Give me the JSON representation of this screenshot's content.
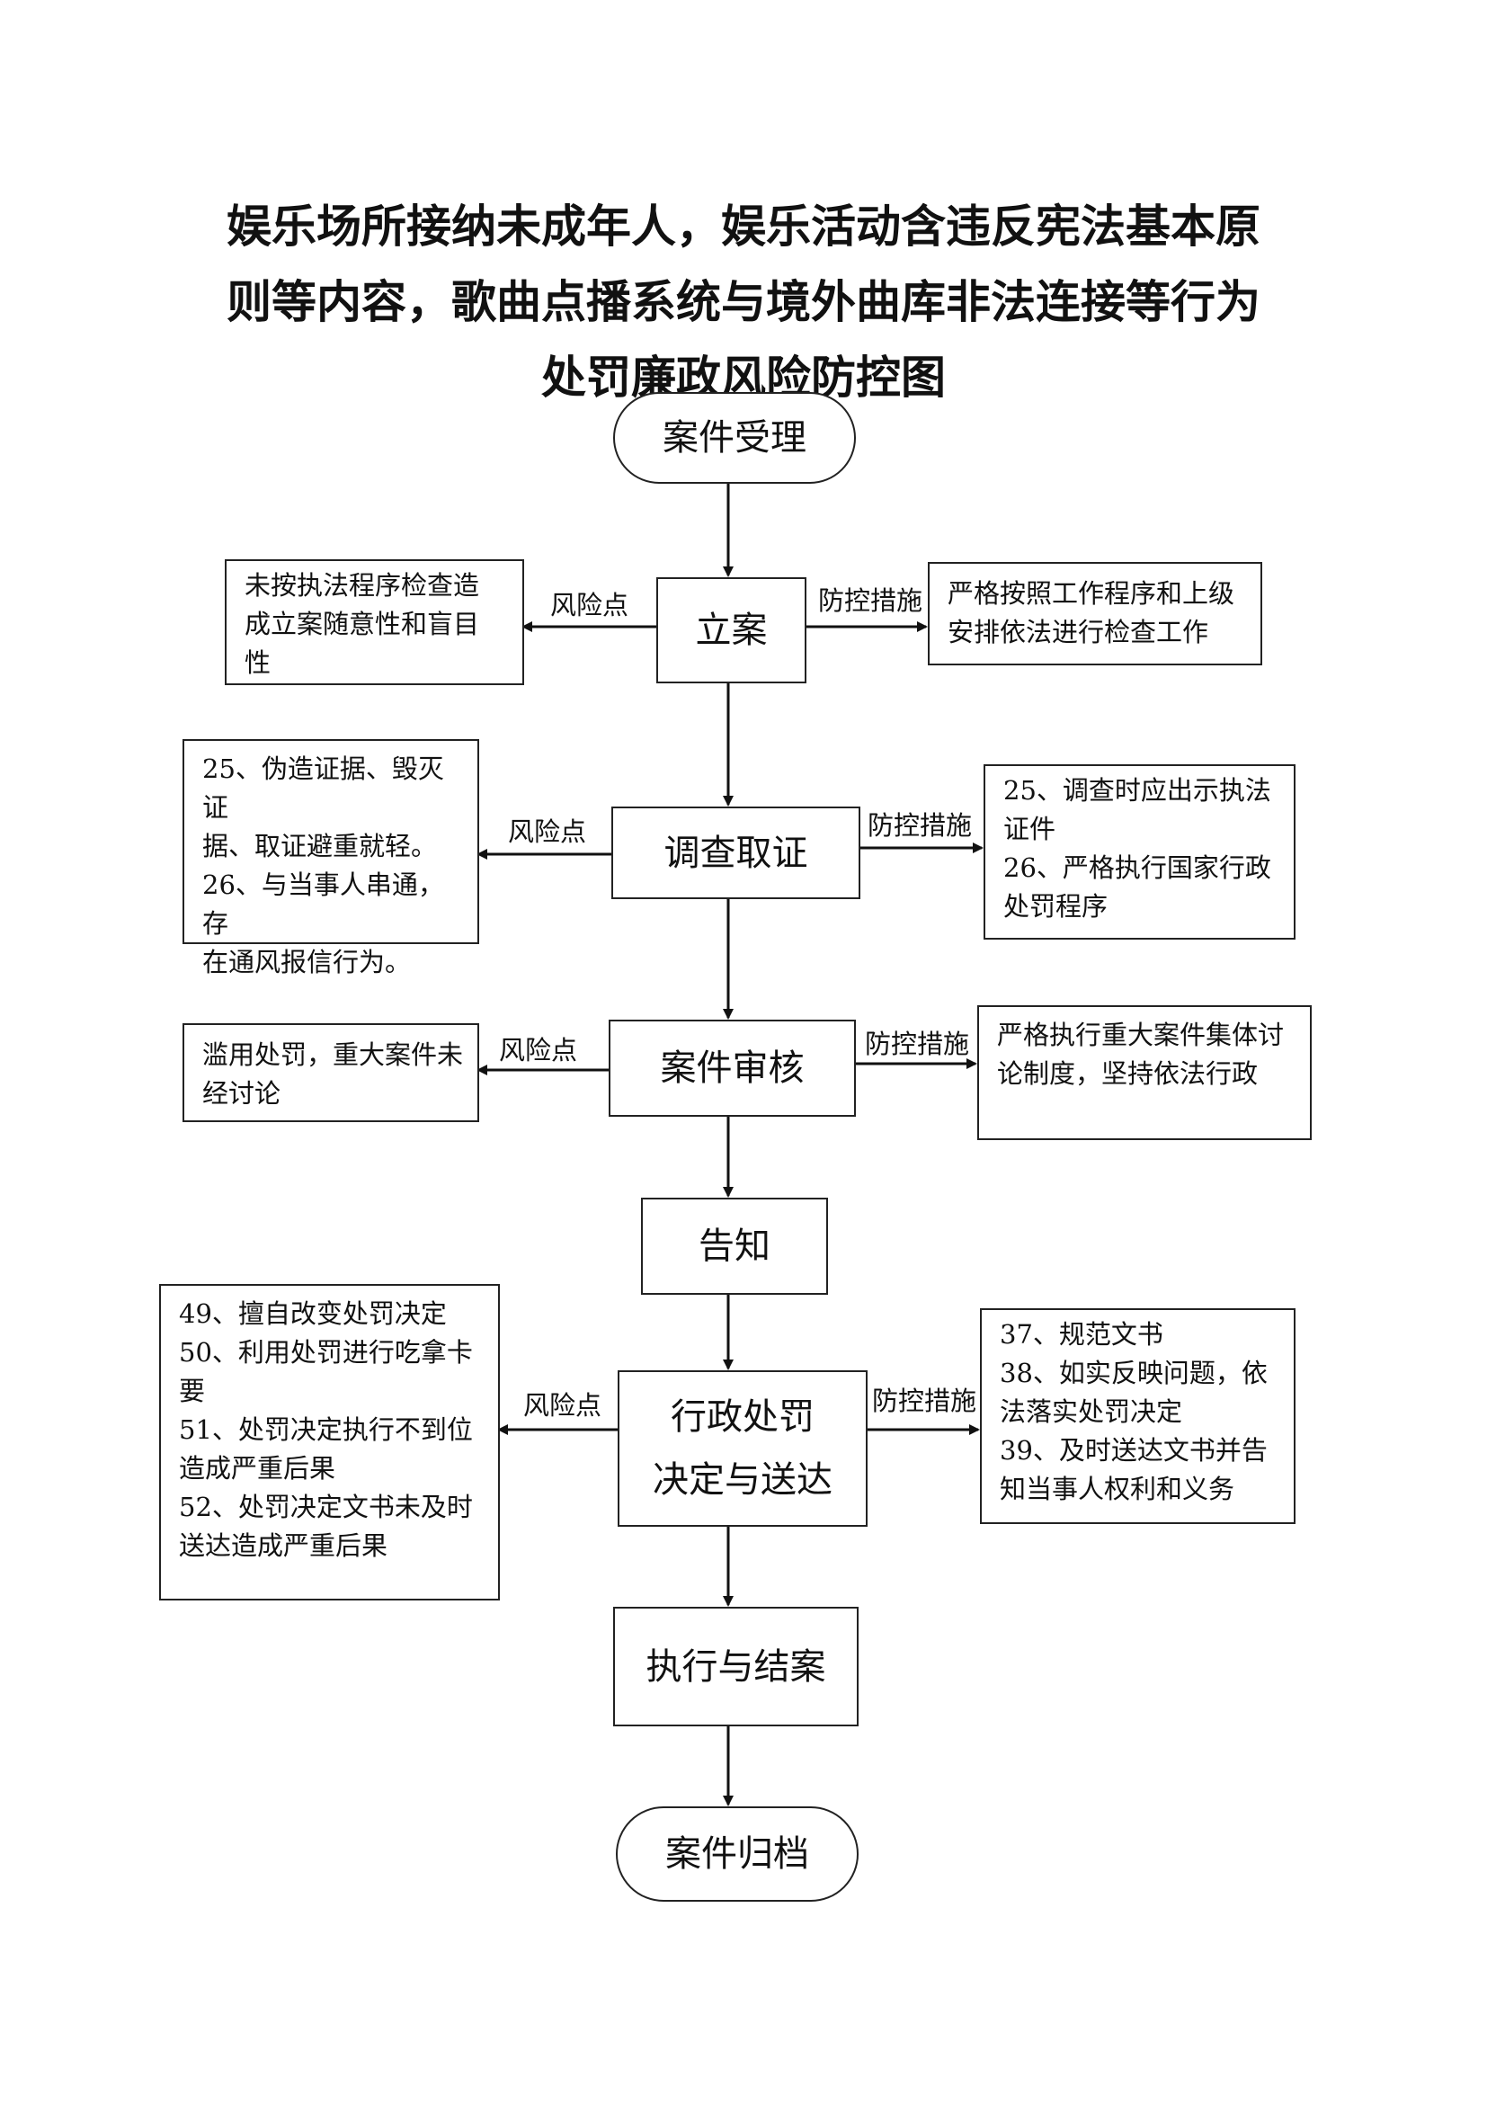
{
  "title_lines": [
    "娱乐场所接纳未成年人，娱乐活动含违反宪法基本原",
    "则等内容，歌曲点播系统与境外曲库非法连接等行为",
    "处罚廉政风险防控图"
  ],
  "nodes": {
    "accept": "案件受理",
    "filing": "立案",
    "investigate": "调查取证",
    "review": "案件审核",
    "notify": "告知",
    "decision_line1": "行政处罚",
    "decision_line2": "决定与送达",
    "execute": "执行与结案",
    "archive": "案件归档"
  },
  "labels": {
    "risk": "风险点",
    "control": "防控措施"
  },
  "risks": {
    "filing": [
      "未按执法程序检查造",
      "成立案随意性和盲目",
      "性"
    ],
    "investigate": [
      "25、伪造证据、毁灭证",
      "据、取证避重就轻。",
      "26、与当事人串通，存",
      "在通风报信行为。"
    ],
    "review": [
      "滥用处罚，重大案件未",
      "经讨论"
    ],
    "decision": [
      "49、擅自改变处罚决定",
      "50、利用处罚进行吃拿卡",
      "要",
      "51、处罚决定执行不到位",
      "造成严重后果",
      "52、处罚决定文书未及时",
      "送达造成严重后果"
    ]
  },
  "controls": {
    "filing": [
      "严格按照工作程序和上级",
      "安排依法进行检查工作"
    ],
    "investigate": [
      "25、调查时应出示执法",
      "证件",
      "26、严格执行国家行政",
      "处罚程序"
    ],
    "review": [
      "严格执行重大案件集体讨",
      "论制度，坚持依法行政"
    ],
    "decision": [
      "37、规范文书",
      "38、如实反映问题，依",
      "法落实处罚决定",
      "39、及时送达文书并告",
      "知当事人权利和义务"
    ]
  }
}
